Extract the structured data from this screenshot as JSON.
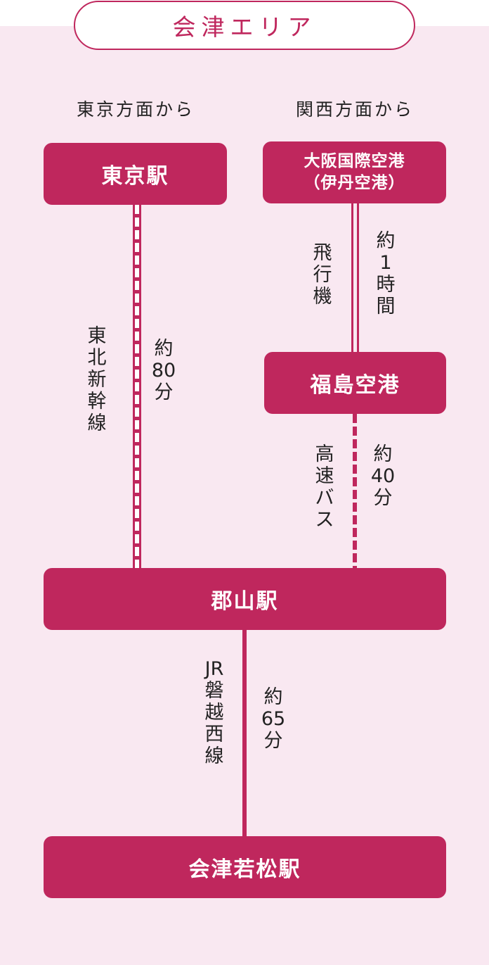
{
  "area_title": "会津エリア",
  "headings": {
    "tokyo": "東京方面から",
    "kansai": "関西方面から"
  },
  "stations": {
    "tokyo": "東京駅",
    "osaka_line1": "大阪国際空港",
    "osaka_line2": "（伊丹空港）",
    "fukushima": "福島空港",
    "koriyama": "郡山駅",
    "aizuwakamatsu": "会津若松駅"
  },
  "routes": {
    "tohoku": {
      "name": "東北新幹線",
      "time": "約80分"
    },
    "flight": {
      "name": "飛行機",
      "time": "約1時間"
    },
    "bus": {
      "name": "高速バス",
      "time": "約40分"
    },
    "banetsu": {
      "name": "JR磐越西線",
      "time": "約65分"
    }
  },
  "colors": {
    "accent": "#bf275d",
    "panel": "#f9e8f1",
    "text": "#222222"
  }
}
